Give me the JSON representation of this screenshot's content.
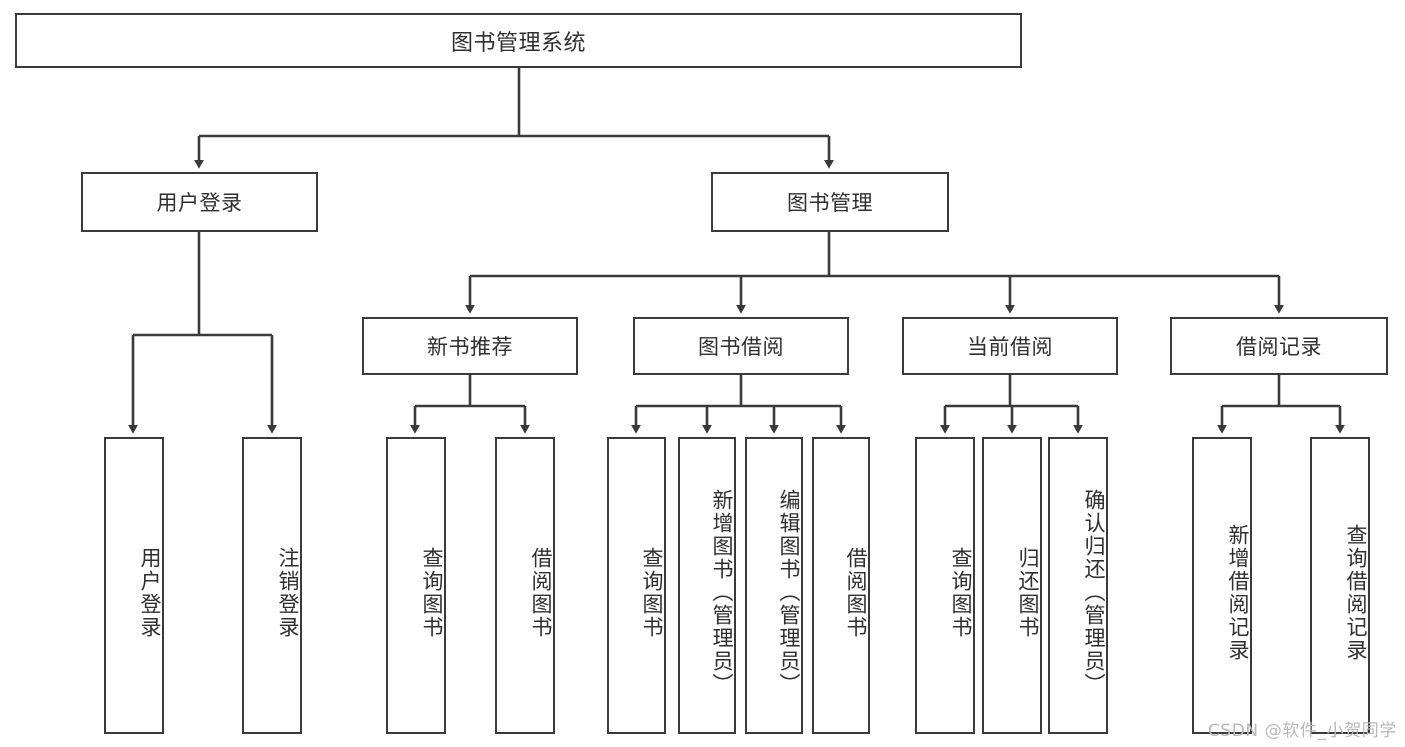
{
  "diagram": {
    "title": "图书管理系统",
    "root": {
      "label": "图书管理系统"
    },
    "level1": [
      {
        "label": "用户登录"
      },
      {
        "label": "图书管理"
      }
    ],
    "level2": [
      {
        "label": "新书推荐"
      },
      {
        "label": "图书借阅"
      },
      {
        "label": "当前借阅"
      },
      {
        "label": "借阅记录"
      }
    ],
    "leaves": {
      "user_login": [
        {
          "label": "用户登录"
        },
        {
          "label": "注销登录"
        }
      ],
      "new_book_recommend": [
        {
          "label": "查询图书"
        },
        {
          "label": "借阅图书"
        }
      ],
      "book_borrow": [
        {
          "label": "查询图书"
        },
        {
          "label": "新增图书（管理员）"
        },
        {
          "label": "编辑图书（管理员）"
        },
        {
          "label": "借阅图书"
        }
      ],
      "current_borrow": [
        {
          "label": "查询图书"
        },
        {
          "label": "归还图书"
        },
        {
          "label": "确认归还（管理员）"
        }
      ],
      "borrow_record": [
        {
          "label": "新增借阅记录"
        },
        {
          "label": "查询借阅记录"
        }
      ]
    }
  },
  "watermark": {
    "text": "CSDN @软件_小贺同学"
  },
  "colors": {
    "stroke": "#3a3a3a",
    "text": "#2f2f2f",
    "background": "#ffffff",
    "watermark": "#b8b8b8"
  }
}
